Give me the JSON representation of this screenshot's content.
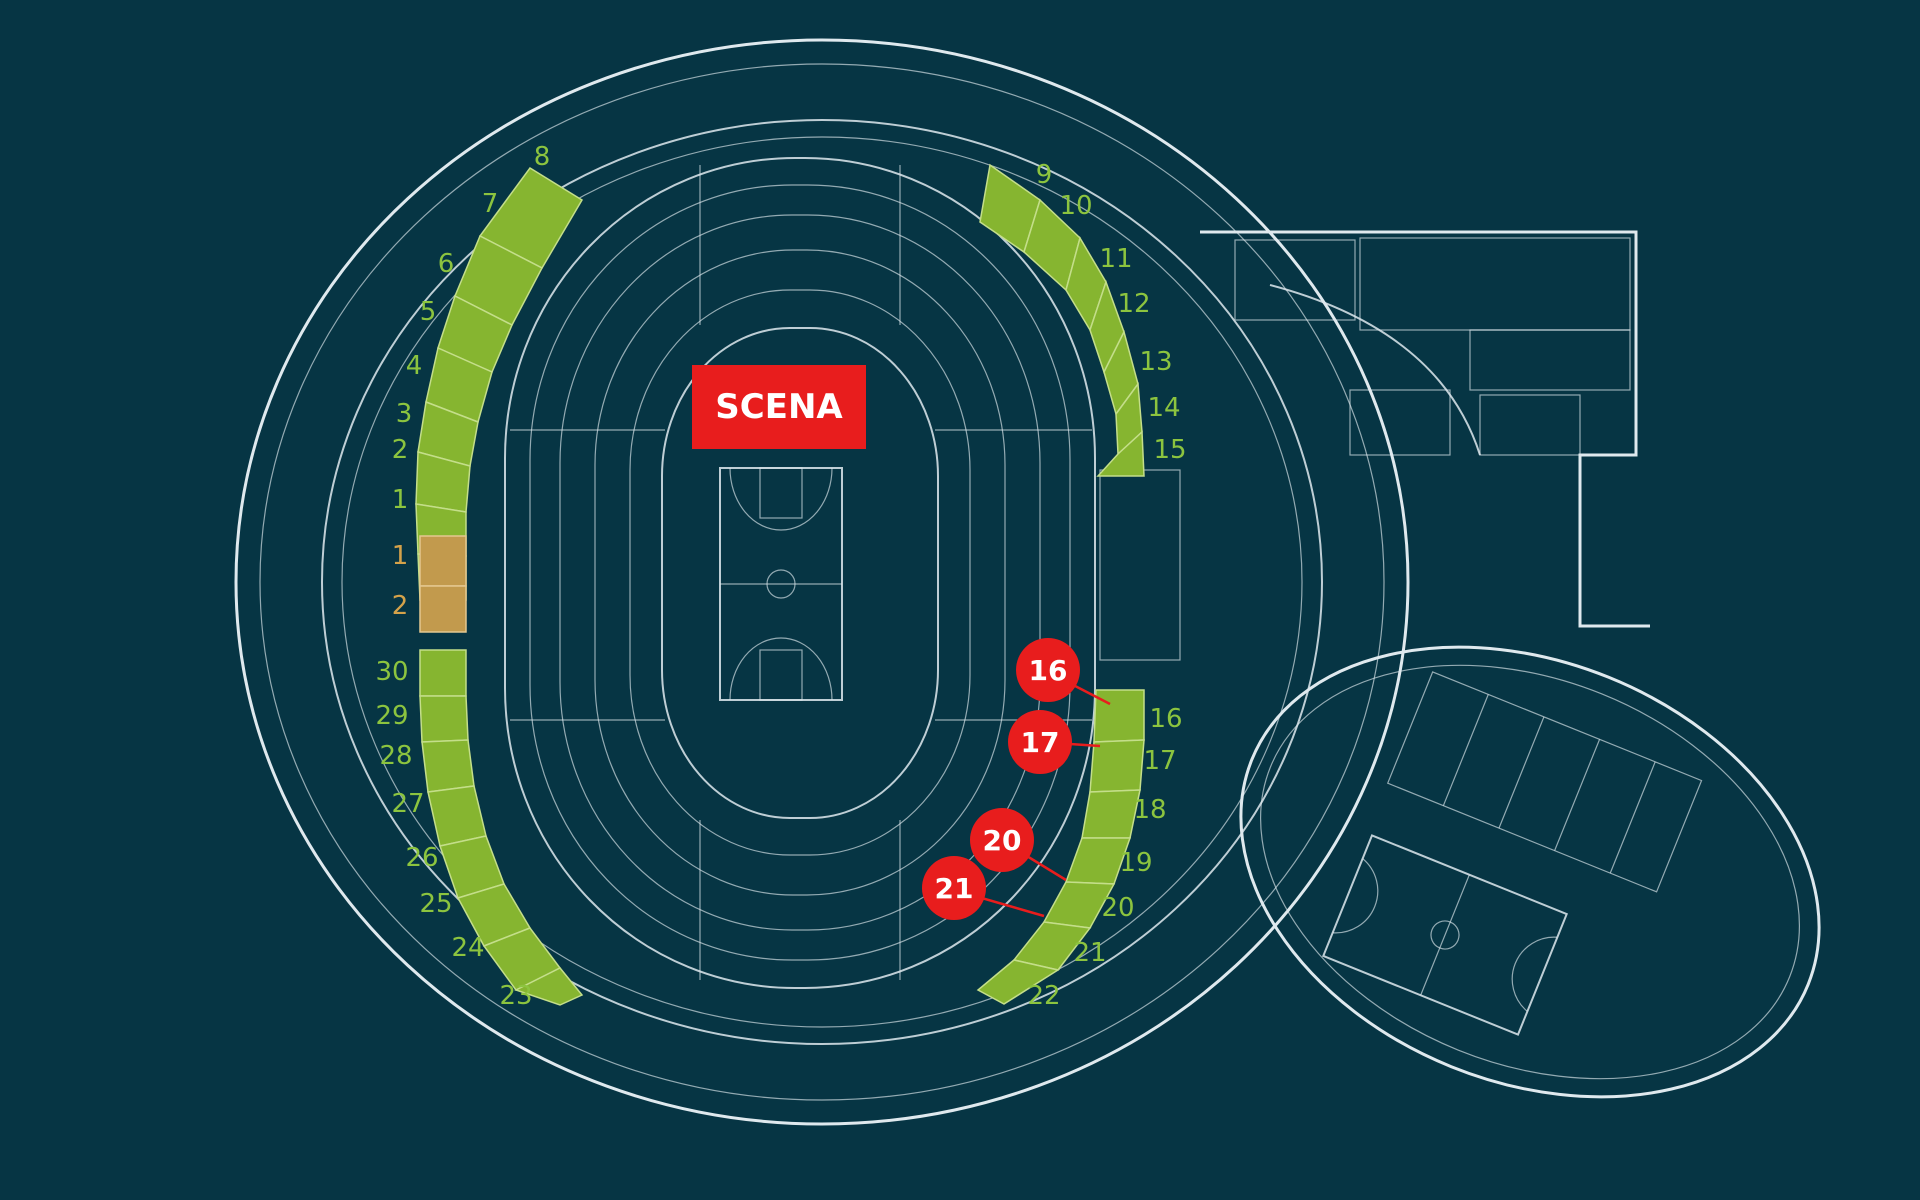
{
  "stage": {
    "label": "SCENA",
    "color": "#e81d1d"
  },
  "colors": {
    "background": "#063544",
    "section_fill": "#86b530",
    "section_label": "#8cc43f",
    "box_fill": "#c29a4d",
    "box_label": "#d4a24a",
    "marker": "#e81d1d"
  },
  "sections_left": [
    "8",
    "7",
    "6",
    "5",
    "4",
    "3",
    "2",
    "1"
  ],
  "sections_right_top": [
    "9",
    "10",
    "11",
    "12",
    "13",
    "14",
    "15"
  ],
  "boxes_left": [
    "1",
    "2"
  ],
  "sections_right_bottom": [
    "16",
    "17",
    "18",
    "19",
    "20",
    "21",
    "22"
  ],
  "sections_left_bottom": [
    "30",
    "29",
    "28",
    "27",
    "26",
    "25",
    "24",
    "23"
  ],
  "markers": [
    "16",
    "17",
    "20",
    "21"
  ]
}
